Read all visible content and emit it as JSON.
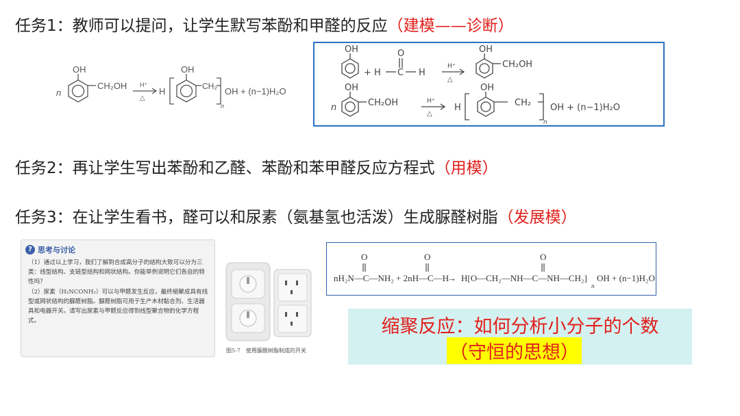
{
  "task1": {
    "text": "任务1：教师可以提问，让学生默写苯酚和甲醛的反应",
    "note": "（建模——诊断）"
  },
  "task2": {
    "text": "任务2：再让学生写出苯酚和乙醛、苯酚和苯甲醛反应方程式",
    "note": "（用模）"
  },
  "task3": {
    "text": "任务3：在让学生看书，醛可以和尿素（氨基氢也活泼）生成脲醛树脂",
    "note": "（发展模）"
  },
  "highlight": {
    "line1": "缩聚反应：如何分析小分子的个数",
    "line2": "（守恒的思想）"
  },
  "formula_left": {
    "oh": "OH",
    "n": "n",
    "ch2oh": "CH₂OH",
    "cat": "H⁺",
    "heat": "△",
    "h": "H",
    "ch2": "CH₂",
    "sub_n": "n",
    "tail": "OH + (n−1)H₂O"
  },
  "box1": {
    "r1": {
      "oh": "OH",
      "plus": "+ H",
      "c": "C",
      "o": "O",
      "h": "H",
      "cat": "H⁺",
      "heat": "△",
      "oh2": "OH",
      "ch2oh": "CH₂OH"
    },
    "r2": {
      "oh": "OH",
      "n": "n",
      "ch2oh": "CH₂OH",
      "cat": "H⁺",
      "heat": "△",
      "h": "H",
      "oh2": "OH",
      "ch2": "CH₂",
      "sub_n": "n",
      "tail": "OH + (n−1)H₂O"
    }
  },
  "box2": {
    "o1": "O",
    "o2": "O",
    "o3": "O",
    "lhs": "nH₂N—C—NH₂ + 2nH—C—H",
    "arrow": "→",
    "rhs": "H[O—CH₂—NH—C—NH—CH₂]",
    "sub_n": "n",
    "tail": "OH + (n−1)H₂O"
  },
  "book": {
    "heading": "思考与讨论",
    "p1": "（1）通过以上学习，我们了解到合成高分子的结构大致可以分为三类：线型结构、支链型结构和网状结构。你能举例说明它们各自的特性吗？",
    "p2": "（2）尿素（H₂NCONH₂）可以与甲醛发生反应，最终缩聚成具有线型或网状结构的脲醛树脂。脲醛树脂可用于生产木材黏合剂、生活器具和电器开关。请写出尿素与甲醛反应得到线型聚合物的化学方程式。"
  },
  "caption": "图5-7　使用脲醛树脂制成的开关"
}
